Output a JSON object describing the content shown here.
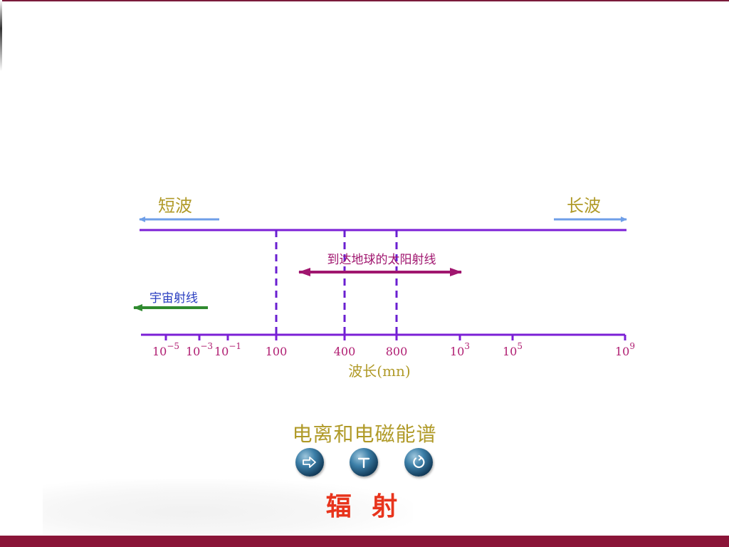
{
  "diagram": {
    "short_wave_label": "短波",
    "long_wave_label": "长波",
    "solar_label": "到达地球的太阳射线",
    "cosmic_label": "宇宙射线",
    "axis_label": "波长(mn)",
    "ticks": [
      {
        "base": "10",
        "exp": "−5"
      },
      {
        "base": "10",
        "exp": "−3"
      },
      {
        "base": "10",
        "exp": "−1"
      },
      {
        "base": "100",
        "exp": ""
      },
      {
        "base": "400",
        "exp": ""
      },
      {
        "base": "800",
        "exp": ""
      },
      {
        "base": "10",
        "exp": "3"
      },
      {
        "base": "10",
        "exp": "5"
      },
      {
        "base": "10",
        "exp": "9"
      }
    ]
  },
  "caption": "电离和电磁能谱",
  "nav": {
    "next_icon": "arrow-right-icon",
    "top_icon": "t-icon",
    "replay_icon": "replay-icon"
  },
  "title": "辐 射",
  "colors": {
    "axis": "#7b1fd6",
    "dashed": "#6a1fd0",
    "wave_labels": "#b09a28",
    "wave_arrows": "#6f9fe8",
    "solar": "#a0166f",
    "cosmic_text": "#2a3ec0",
    "cosmic_arrow": "#2f8a2f",
    "tick_text": "#b01e72",
    "axis_label": "#b09a28",
    "frame": "#8a1538",
    "title": "#e8341c"
  }
}
